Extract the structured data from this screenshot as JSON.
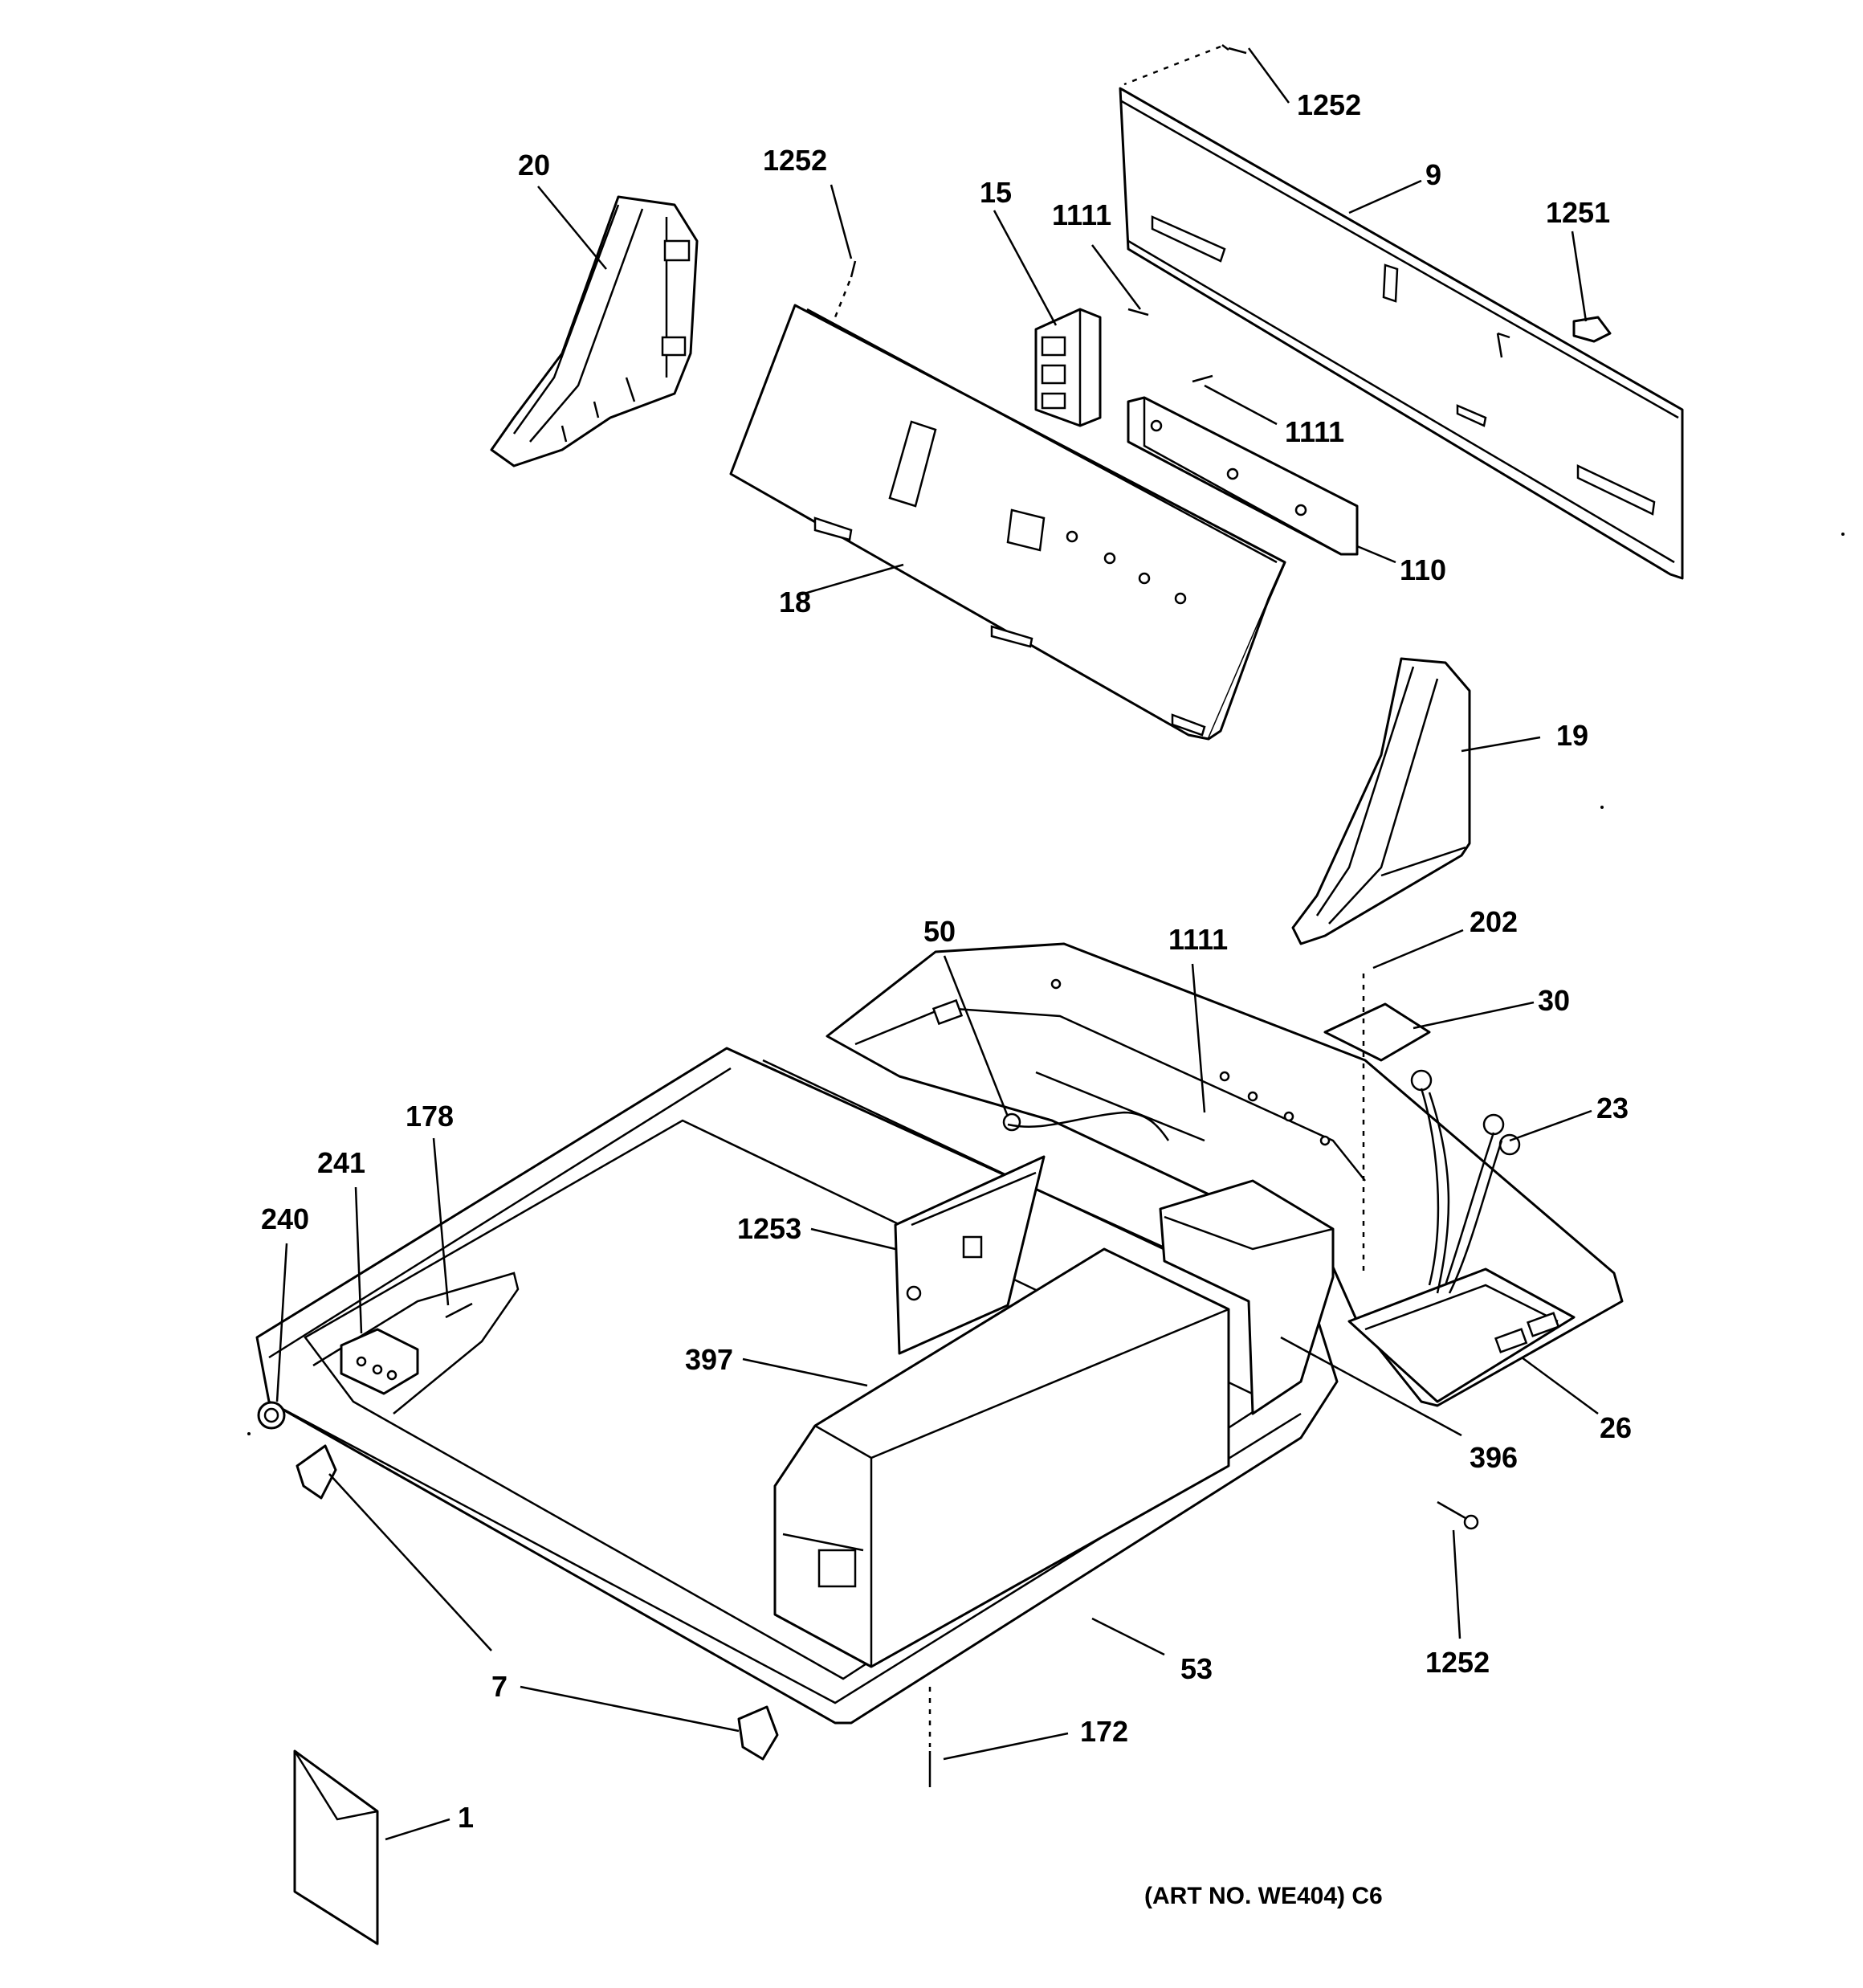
{
  "diagram": {
    "art_number": "(ART NO. WE404) C6",
    "part_labels": {
      "p20": "20",
      "p1252_top": "1252",
      "p15": "15",
      "p1111_a": "1111",
      "p1252_right": "1252",
      "p9": "9",
      "p1251": "1251",
      "p1111_b": "1111",
      "p110": "110",
      "p18": "18",
      "p19": "19",
      "p50": "50",
      "p1111_c": "1111",
      "p202": "202",
      "p30": "30",
      "p23": "23",
      "p178": "178",
      "p241": "241",
      "p240": "240",
      "p1253": "1253",
      "p397": "397",
      "p26": "26",
      "p396": "396",
      "p1252_bottom": "1252",
      "p53": "53",
      "p7": "7",
      "p172": "172",
      "p1": "1"
    }
  }
}
